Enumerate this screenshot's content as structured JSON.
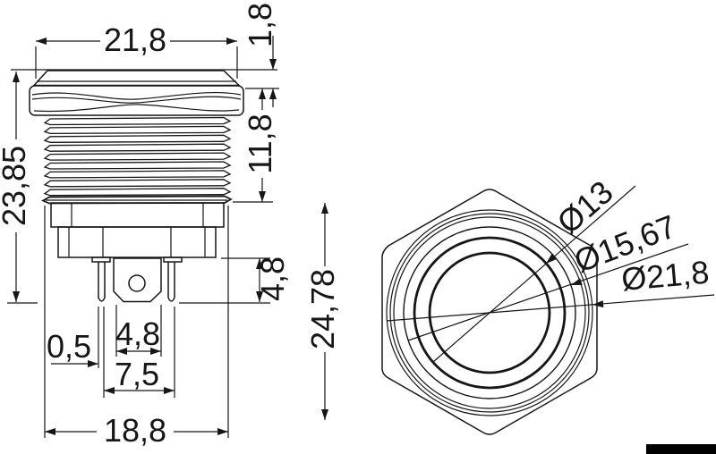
{
  "page": {
    "background": "#ffffff",
    "line_color": "#161616"
  },
  "side_view": {
    "top_width": "21,8",
    "cap_height": "1,8",
    "thread_length": "11,8",
    "overall_height": "23,85",
    "pin_length": "4,8",
    "pin_thickness": "0,5",
    "terminal_width": "4,8",
    "pin_spacing": "7,5",
    "base_width": "18,8"
  },
  "front_view": {
    "overall_height": "24,78",
    "diameters": {
      "inner": "Ø13",
      "middle": "Ø15,67",
      "outer": "Ø21,8"
    }
  }
}
